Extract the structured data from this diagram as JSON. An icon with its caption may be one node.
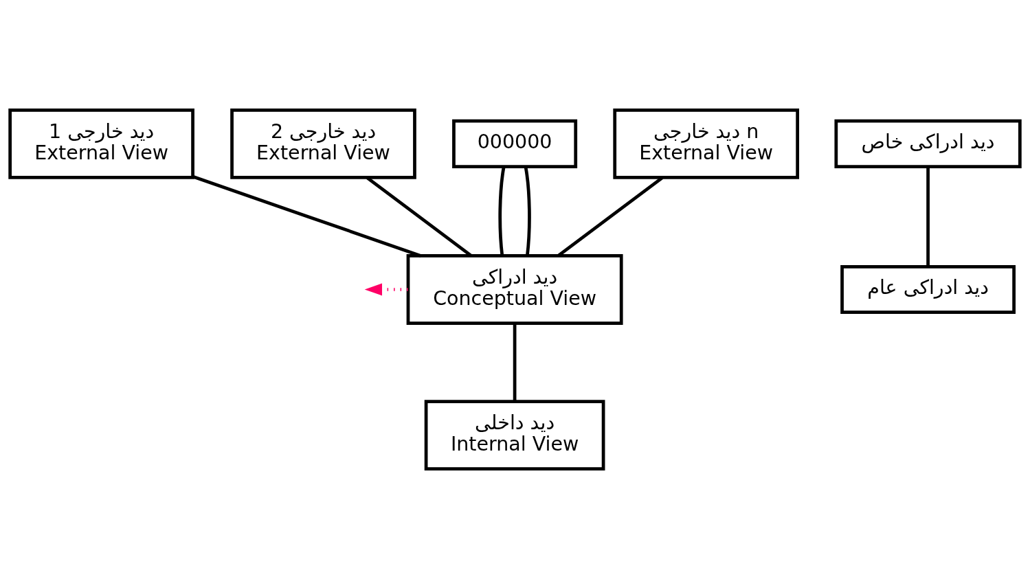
{
  "diagram": {
    "nodes": [
      {
        "text": [
          "دید خارجی 1",
          "External View"
        ]
      },
      {
        "text": [
          "دید خارجی 2",
          "External View"
        ]
      },
      {
        "text": [
          "000000"
        ]
      },
      {
        "text": [
          "دید خارجی n",
          "External View"
        ]
      },
      {
        "text": [
          "دید ادراکی خاص"
        ]
      },
      {
        "text": [
          "دید ادراکی",
          "Conceptual View"
        ]
      },
      {
        "text": [
          "دید ادراکی عام"
        ]
      },
      {
        "text": [
          "دید داخلی",
          "Internal View"
        ]
      }
    ],
    "edges": [
      {
        "from": 0,
        "to": 5,
        "arrow": "none"
      },
      {
        "from": 1,
        "to": 5,
        "arrow": "none"
      },
      {
        "from": 2,
        "to": 5,
        "arrow": "none"
      },
      {
        "from": 2,
        "to": 5,
        "arrow": "none"
      },
      {
        "from": 3,
        "to": 5,
        "arrow": "none"
      },
      {
        "from": 4,
        "to": 6,
        "arrow": "none"
      },
      {
        "from": 5,
        "to": 7,
        "arrow": "none"
      },
      {
        "from": 5,
        "to": null,
        "arrow": "to",
        "style": "dashed",
        "color": "#ff0066"
      }
    ]
  }
}
